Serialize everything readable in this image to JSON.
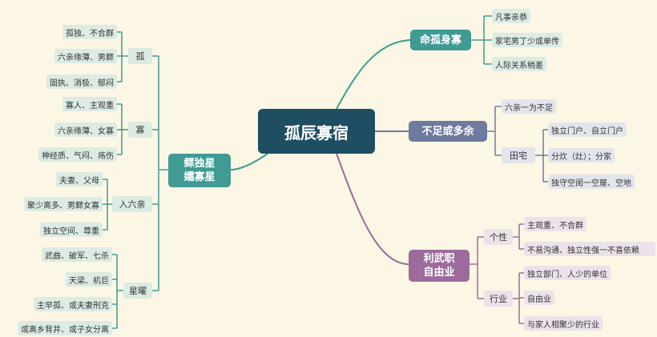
{
  "colors": {
    "background": "#fbf7e4",
    "root": "#1f4e63",
    "teal": "#3f9b93",
    "slate": "#6e7a9e",
    "purple": "#9c6b9c"
  },
  "root": "孤辰寡宿",
  "branches": {
    "mingu": {
      "label": "命孤身寡",
      "leaves": [
        "凡事亲恭",
        "家宅男丁少或单传",
        "人际关系稍差"
      ]
    },
    "buzu": {
      "label": "不足或多余",
      "leaf": "六亲一为不足",
      "tianzhai": {
        "label": "田宅",
        "leaves": [
          "独立门户、自立门户",
          "分炊（灶）；分家",
          "独守空闺一空屋、空地"
        ]
      }
    },
    "liwu": {
      "label": "利武职\n自由业",
      "gexing": {
        "label": "个性",
        "leaves": [
          "主观重、不合群",
          "不易沟通、独立性强一不喜依赖"
        ]
      },
      "hangye": {
        "label": "行业",
        "leaves": [
          "独立部门、人少的单位",
          "自由业",
          "与家人相聚少的行业"
        ]
      }
    },
    "guandu": {
      "label": "鳏独星\n孀寡星",
      "gu": {
        "label": "孤",
        "leaves": [
          "孤独、不合群",
          "六亲缘薄、男鳏",
          "固执、消极、郁闷"
        ]
      },
      "gua": {
        "label": "寡",
        "leaves": [
          "寡人、主观重",
          "六亲缘薄、女寡",
          "神经质、气闷、疡伤"
        ]
      },
      "ruliuqin": {
        "label": "入六亲",
        "leaves": [
          "夫妻、父母",
          "聚少离多、男鳏女寡",
          "独立空间、尊重"
        ]
      },
      "xingyao": {
        "label": "星曜",
        "leaves": [
          "武曲、破军、七杀",
          "天梁、机巨",
          "主早孤、或夫妻刑克",
          "或离乡背井、或子女分离"
        ]
      }
    }
  }
}
